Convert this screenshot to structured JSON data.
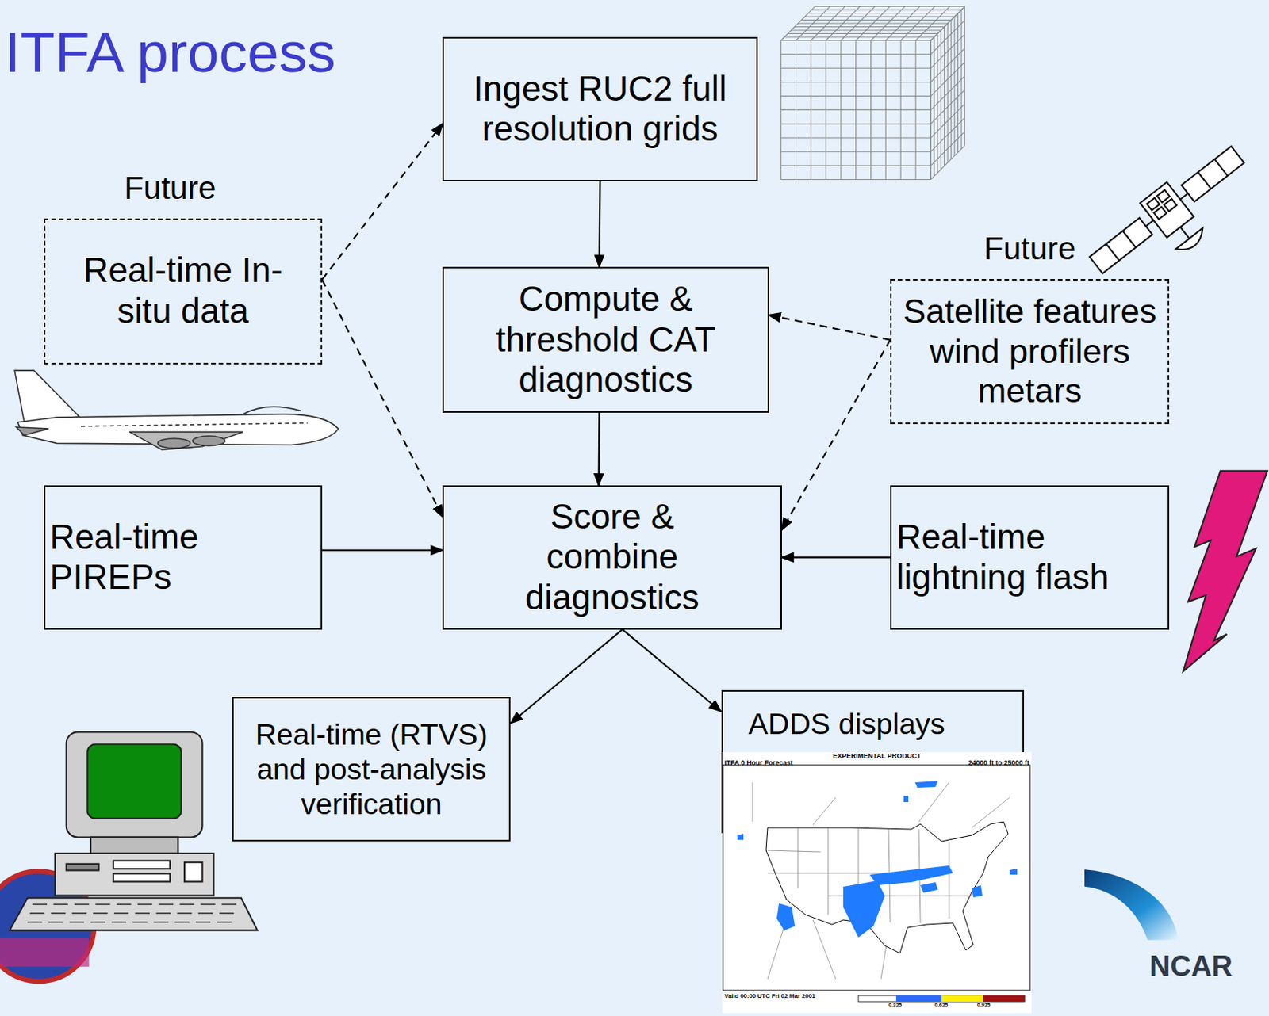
{
  "diagram": {
    "title": "ITFA process",
    "nodes": [
      {
        "text": [
          "Ingest RUC2 full resolution grids"
        ]
      },
      {
        "text": [
          "Future",
          "Real-time In-situ data"
        ]
      },
      {
        "text": [
          "Compute & threshold CAT diagnostics"
        ]
      },
      {
        "text": [
          "Future",
          "Satellite features wind profilers metars"
        ]
      },
      {
        "text": [
          "Real-time PIREPs"
        ]
      },
      {
        "text": [
          "Score & combine diagnostics"
        ]
      },
      {
        "text": [
          "Real-time lightning flash"
        ]
      },
      {
        "text": [
          "Real-time (RTVS) and post-analysis verification"
        ]
      },
      {
        "text": [
          "ADDS displays"
        ]
      }
    ],
    "edges": [
      {
        "from": 0,
        "to": 2,
        "arrow": "to"
      },
      {
        "from": 2,
        "to": 5,
        "arrow": "to"
      },
      {
        "from": 1,
        "to": 0,
        "arrow": "to"
      },
      {
        "from": 1,
        "to": 5,
        "arrow": "to"
      },
      {
        "from": 3,
        "to": 2,
        "arrow": "to"
      },
      {
        "from": 3,
        "to": 5,
        "arrow": "to"
      },
      {
        "from": 4,
        "to": 5,
        "arrow": "to"
      },
      {
        "from": 6,
        "to": 5,
        "arrow": "to"
      },
      {
        "from": 5,
        "to": 7,
        "arrow": "to"
      },
      {
        "from": 5,
        "to": 8,
        "arrow": "to"
      }
    ],
    "labels": [
      "ITFA 0 Hour Forecast",
      "EXPERIMENTAL PRODUCT",
      "24000 ft to 25000 ft",
      "Valid 00:00 UTC Fri 02 Mar 2001",
      "0.325",
      "0.625",
      "0.925",
      "NCAR"
    ]
  }
}
